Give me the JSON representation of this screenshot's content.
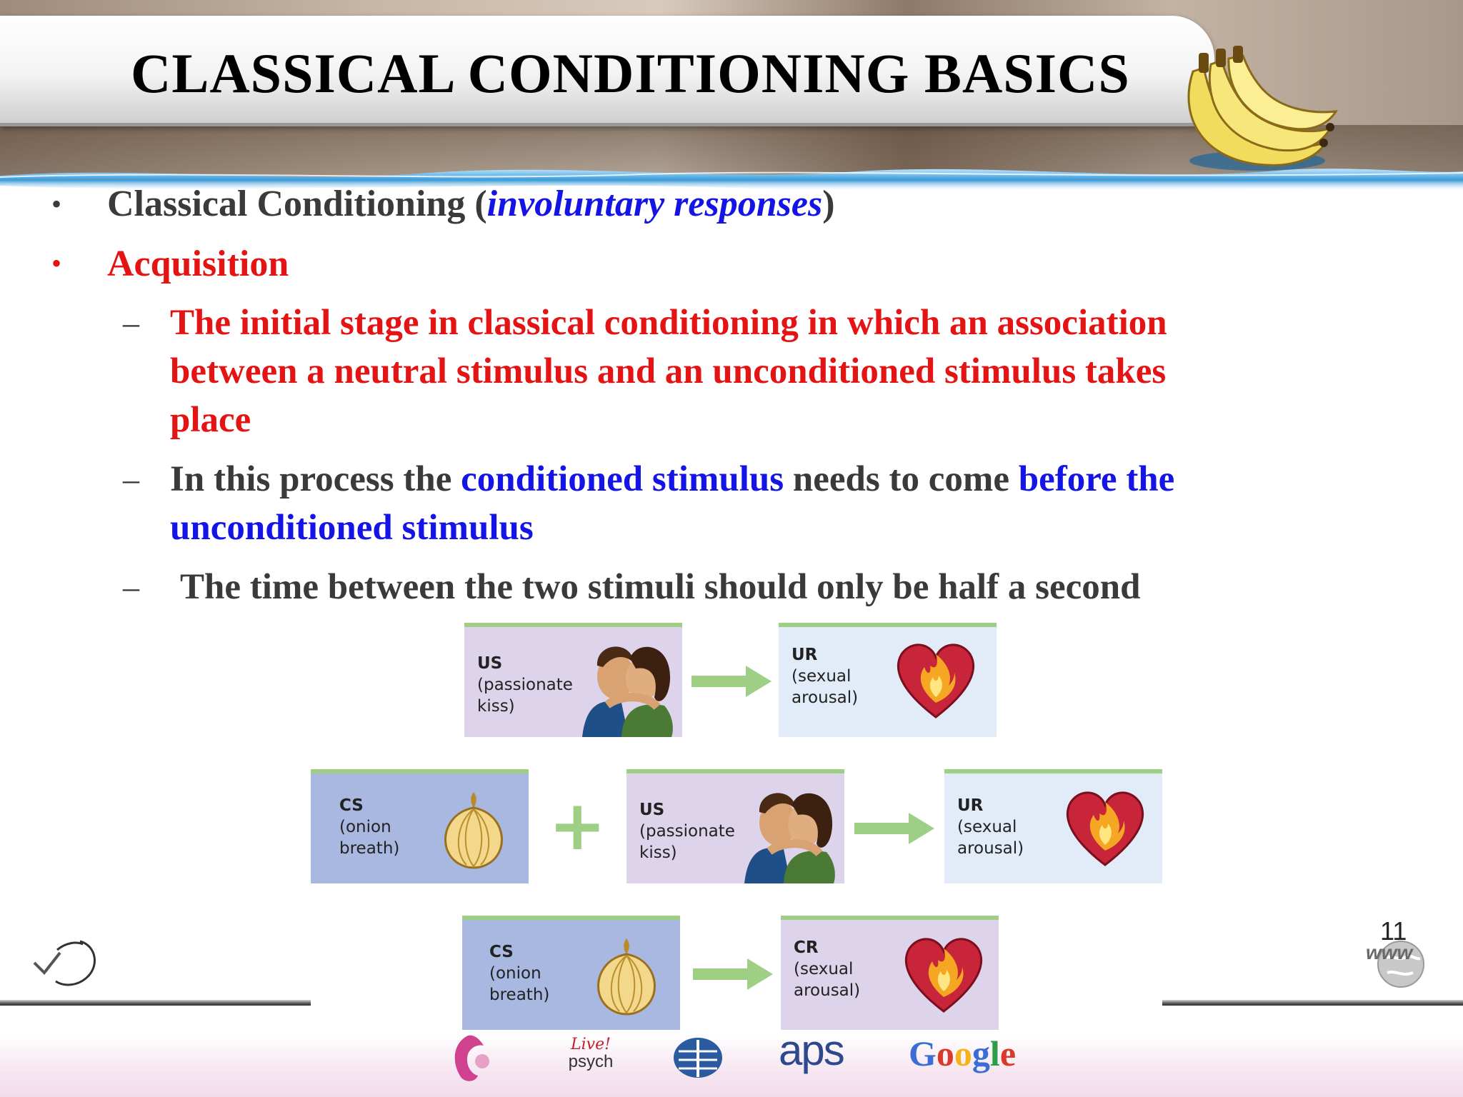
{
  "title": "CLASSICAL CONDITIONING BASICS",
  "bullets": {
    "b1": {
      "prefix": "Classical Conditioning (",
      "emph": "involuntary responses",
      "suffix": ")"
    },
    "b2": "Acquisition",
    "sub1": {
      "line1": "The initial stage in classical conditioning in which an association",
      "line2": "between a neutral stimulus and an unconditioned stimulus takes",
      "line3": "place"
    },
    "sub2": {
      "part1": "In this process the ",
      "part2": "conditioned stimulus",
      "part3": " needs to come ",
      "part4": "before the",
      "line2": "unconditioned stimulus"
    },
    "sub3": "The time between the two stimuli should only be half a second"
  },
  "diagram": {
    "row1": {
      "left": {
        "abbr": "US",
        "desc1": "(passionate",
        "desc2": "kiss)"
      },
      "right": {
        "abbr": "UR",
        "desc1": "(sexual",
        "desc2": "arousal)"
      }
    },
    "row2": {
      "left": {
        "abbr": "CS",
        "desc1": "(onion",
        "desc2": "breath)"
      },
      "mid": {
        "abbr": "US",
        "desc1": "(passionate",
        "desc2": "kiss)"
      },
      "right": {
        "abbr": "UR",
        "desc1": "(sexual",
        "desc2": "arousal)"
      }
    },
    "row3": {
      "left": {
        "abbr": "CS",
        "desc1": "(onion",
        "desc2": "breath)"
      },
      "right": {
        "abbr": "CR",
        "desc1": "(sexual",
        "desc2": "arousal)"
      }
    }
  },
  "footer": {
    "slide_number": "11",
    "www": "www",
    "logos": {
      "psych": "Live! psych",
      "aps": "aps",
      "google": "Google"
    }
  },
  "colors": {
    "red": "#e41414",
    "blue": "#1414e6",
    "gray_text": "#3a3a3a",
    "panel_accent": "#9ecf85"
  }
}
